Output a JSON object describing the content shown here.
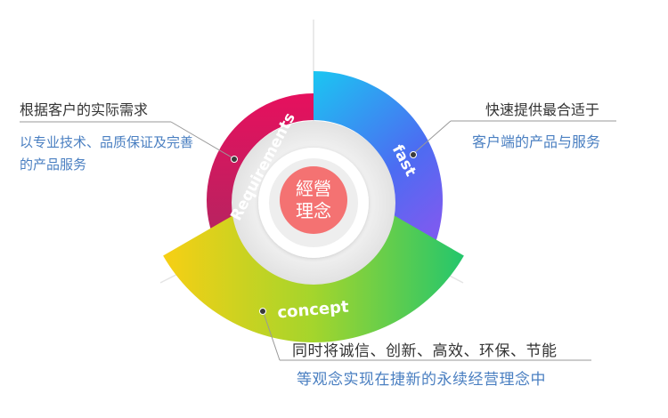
{
  "center": {
    "line1": "經營",
    "line2": "理念"
  },
  "segments": {
    "requirements": {
      "label": "Requirements",
      "colors": [
        "#e6105e",
        "#b02660"
      ]
    },
    "fast": {
      "label": "fast",
      "colors": [
        "#1bc6f2",
        "#4c6cf2",
        "#7a5cf0"
      ]
    },
    "concept": {
      "label": "concept",
      "colors": [
        "#f7cf14",
        "#a4d52c",
        "#24c66c"
      ]
    }
  },
  "left_text": {
    "title": "根据客户的实际需求",
    "line1": "以专业技术、品质保证及完善",
    "line2": "的产品服务"
  },
  "right_text": {
    "title": "快速提供最合适于",
    "line1": "客户端的产品与服务"
  },
  "bottom_text": {
    "title": "同时将诚信、创新、高效、环保、节能",
    "line1": "等观念实现在捷新的永续经营理念中"
  },
  "colors": {
    "center_fill": "#f47272",
    "dark_text": "#333333",
    "blue_text": "#4a7fc1",
    "connector": "#888888"
  }
}
